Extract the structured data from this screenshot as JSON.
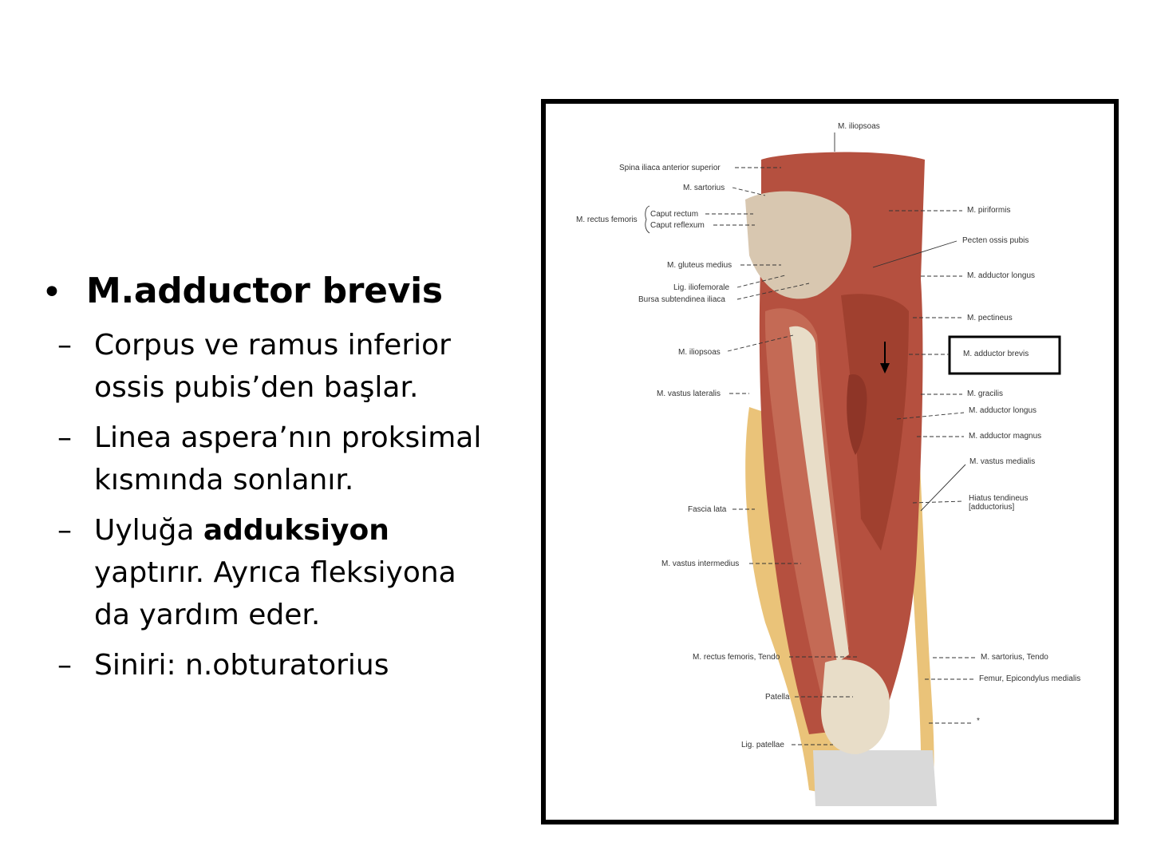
{
  "slide": {
    "bullet_symbol": "•",
    "title": "M.adductor brevis",
    "dash_symbol": "–",
    "items": [
      {
        "line1": "Corpus ve ramus inferior",
        "line2": "ossis pubis’den başlar."
      },
      {
        "line1": "Linea aspera’nın proksimal",
        "line2": "kısmında sonlanır."
      },
      {
        "pre": "Uyluğa ",
        "bold": "adduksiyon",
        "line2": "yaptırır. Ayrıca fleksiyona",
        "line3": "da yardım eder."
      },
      {
        "line1": "Siniri: n.obturatorius"
      }
    ]
  },
  "figure": {
    "labels": {
      "iliopsoas_top": "M. iliopsoas",
      "spina": "Spina iliaca anterior superior",
      "sartorius": "M. sartorius",
      "rectus_femoris": "M. rectus femoris",
      "caput_rectum": "Caput rectum",
      "caput_reflexum": "Caput reflexum",
      "piriformis": "M. piriformis",
      "pecten": "Pecten ossis pubis",
      "gluteus_medius": "M. gluteus medius",
      "adductor_longus_upper": "M. adductor longus",
      "lig_iliofemorale": "Lig. iliofemorale",
      "bursa": "Bursa subtendinea iliaca",
      "pectineus": "M. pectineus",
      "iliopsoas_mid": "M. iliopsoas",
      "adductor_brevis": "M. adductor brevis",
      "vastus_lateralis": "M. vastus lateralis",
      "gracilis": "M. gracilis",
      "adductor_longus": "M. adductor longus",
      "adductor_magnus": "M. adductor magnus",
      "vastus_medialis": "M. vastus medialis",
      "hiatus_1": "Hiatus tendineus",
      "hiatus_2": "[adductorius]",
      "fascia_lata": "Fascia lata",
      "vastus_intermedius": "M. vastus intermedius",
      "rectus_tendo": "M. rectus femoris, Tendo",
      "sartorius_tendo": "M. sartorius, Tendo",
      "femur_epicondylus": "Femur, Epicondylus medialis",
      "patella": "Patella",
      "lig_patellae": "Lig. patellae",
      "asterisk": "*"
    },
    "colors": {
      "muscle": "#b5503f",
      "muscle_dark": "#8e3527",
      "tendon": "#e8ddc8",
      "fat": "#e6b862",
      "bone": "#d9d9d9"
    }
  }
}
